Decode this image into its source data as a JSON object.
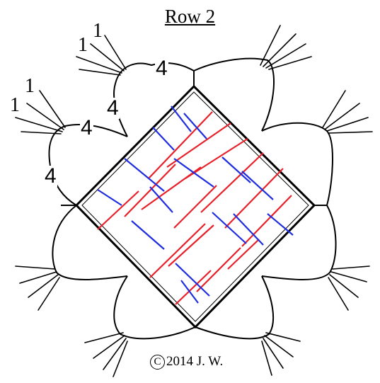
{
  "title": "Row 2",
  "stitch_labels": {
    "upper_join": "4",
    "mid_join_top": "4",
    "mid_join_left": "4",
    "lower_join": "4",
    "picot_a": "1",
    "picot_b": "1",
    "picot_c": "1",
    "picot_d": "1"
  },
  "copyright": {
    "symbol": "C",
    "text": "2014 J. W."
  },
  "colors": {
    "outline": "#000000",
    "red_bars": "#e8202a",
    "blue_bars": "#1f2de0"
  }
}
